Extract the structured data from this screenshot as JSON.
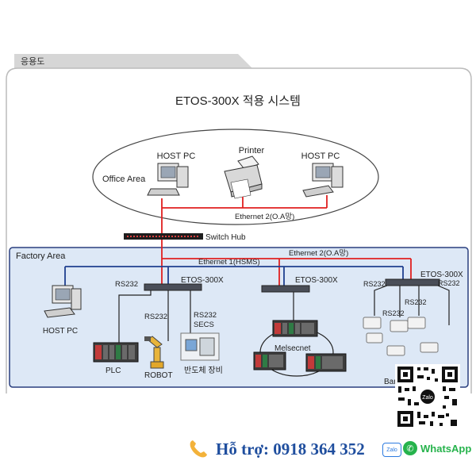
{
  "tab_label": "응용도",
  "title": "ETOS-300X 적용 시스템",
  "office_area": {
    "label": "Office Area",
    "devices": {
      "host_pc_left": "HOST PC",
      "printer": "Printer",
      "host_pc_right": "HOST PC"
    },
    "ethernet_label": "Ethernet 2(O.A망)"
  },
  "switch_hub_label": "Switch Hub",
  "factory_area": {
    "label": "Factory Area",
    "ethernet2_label": "Ethernet 2(O.A망)",
    "ethernet1_label": "Ethernet 1(HSMS)",
    "host_pc_label": "HOST PC",
    "etos_left": "ETOS-300X",
    "etos_mid": "ETOS-300X",
    "etos_right": "ETOS-300X",
    "rs232": "RS232",
    "secs": "SECS",
    "plc": "PLC",
    "robot": "ROBOT",
    "semi_equipment": "반도체 장비",
    "melsecnet": "Melsecnet",
    "barcode": "Bar"
  },
  "support": {
    "hotline": "Hỗ trợ: 0918 364 352",
    "zalo": "Zalo",
    "whatsapp": "WhatsApp"
  },
  "colors": {
    "red_line": "#e02020",
    "blue_line": "#1f3f8f",
    "panel_bg": "#dde8f6",
    "panel_border": "#2a3f7f"
  }
}
